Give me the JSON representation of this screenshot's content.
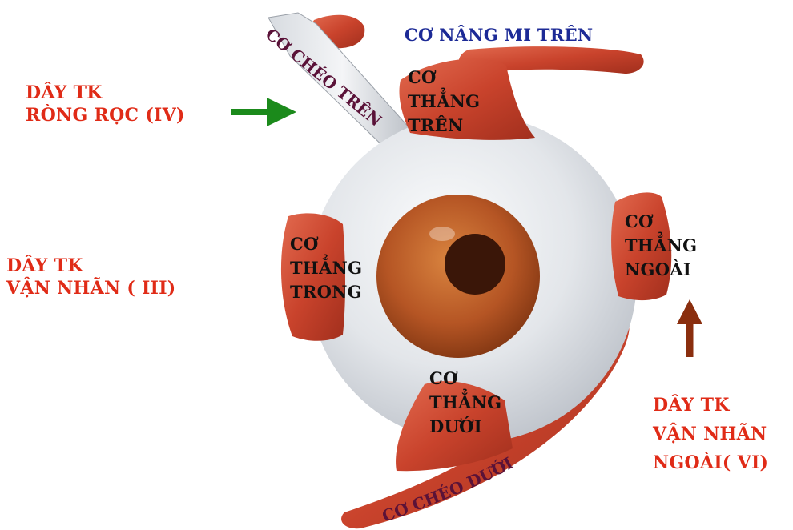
{
  "colors": {
    "nerve_label": "#e02b17",
    "muscle_label": "#111111",
    "levator_label": "#1c2a96",
    "oblique_label": "#5a1238",
    "green_arrow": "#1b8a1b",
    "brown_arrow": "#8a2e0e",
    "muscle": "#c9432c",
    "sclera": "#e6e9ee",
    "iris": "#b55524",
    "pupil": "#3a1608"
  },
  "icons": [
    "green-right-arrow-icon",
    "brown-up-arrow-icon"
  ],
  "labels": {
    "levator": "CƠ NÂNG MI TRÊN",
    "superior_oblique": "CƠ CHÉO TRÊN",
    "inferior_oblique": "CƠ CHÉO DƯỚI",
    "superior_rectus": [
      "CƠ",
      "THẲNG",
      "TRÊN"
    ],
    "medial_rectus": [
      "CƠ",
      "THẲNG",
      "TRONG"
    ],
    "lateral_rectus": [
      "CƠ",
      "THẲNG",
      "NGOÀI"
    ],
    "inferior_rectus": [
      "CƠ",
      "THẲNG",
      "DƯỚI"
    ],
    "trochlear_nerve": [
      "DÂY TK",
      "RÒNG RỌC (IV)"
    ],
    "oculomotor_nerve": [
      "DÂY TK",
      "VẬN NHÃN ( III)"
    ],
    "abducens_nerve": [
      "DÂY TK",
      "VẬN NHÃN",
      "NGOÀI( VI)"
    ]
  }
}
